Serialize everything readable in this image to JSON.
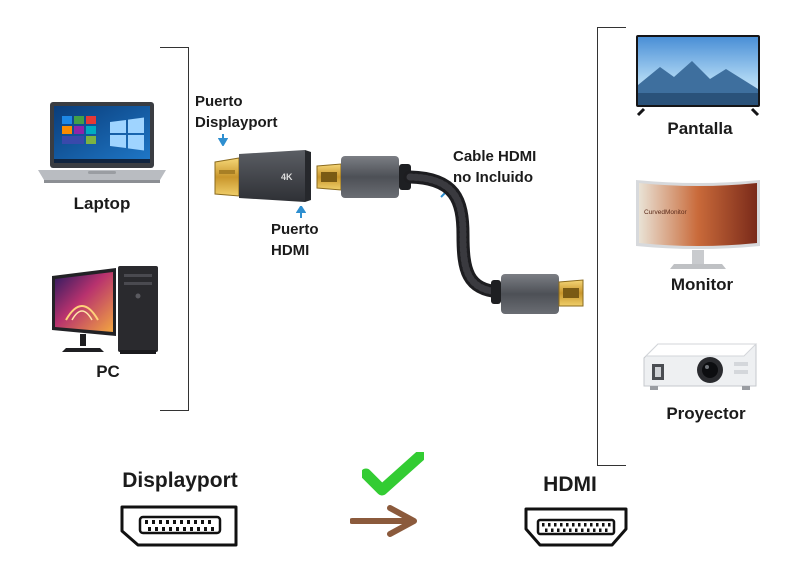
{
  "left_devices": [
    {
      "label": "Laptop",
      "icon": "laptop-icon"
    },
    {
      "label": "PC",
      "icon": "desktop-pc-icon"
    }
  ],
  "right_devices": [
    {
      "label": "Pantalla",
      "icon": "tv-icon"
    },
    {
      "label": "Monitor",
      "icon": "curved-monitor-icon"
    },
    {
      "label": "Proyector",
      "icon": "projector-icon"
    }
  ],
  "callouts": {
    "displayport_port": [
      "Puerto",
      "Displayport"
    ],
    "hdmi_port": [
      "Puerto",
      "HDMI"
    ],
    "hdmi_cable": [
      "Cable HDMI",
      "no Incluido"
    ]
  },
  "adapter": {
    "badge": "4K"
  },
  "monitor_screen_text": "CurvedMonitor",
  "bottom": {
    "source_label": "Displayport",
    "target_label": "HDMI",
    "check_icon": "check-icon",
    "arrow_icon": "arrow-right-icon"
  },
  "colors": {
    "accent_blue": "#2e8fd0",
    "check_green": "#33cc33",
    "arrow_brown": "#8b5a3c",
    "text": "#1b1b1b"
  }
}
